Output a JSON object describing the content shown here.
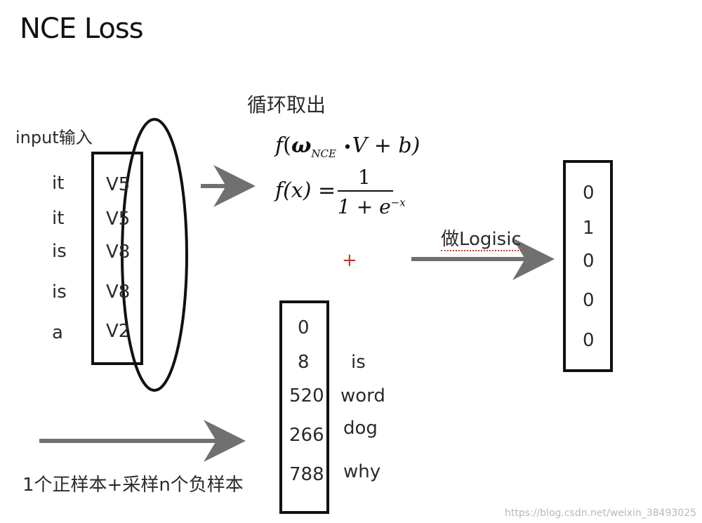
{
  "title": "NCE Loss",
  "input_label": "input输入",
  "input_words": [
    "it",
    "it",
    "is",
    "is",
    "a"
  ],
  "input_vectors": [
    "V5",
    "V5",
    "V8",
    "V8",
    "V2"
  ],
  "loop_label": "循环取出",
  "formula_1": {
    "f": "f",
    "open": "(",
    "omega": "ω",
    "sub": "NCE",
    "dot": "•",
    "rest": "V + b)"
  },
  "formula_2": {
    "lhs": "f(x) =",
    "numerator": "1",
    "denominator_base": "1 + e",
    "denominator_exp": "−x"
  },
  "plus_sign": "+",
  "logistic_label": "做Logisic",
  "output_values": [
    "0",
    "1",
    "0",
    "0",
    "0"
  ],
  "sample_numbers": [
    "0",
    "8",
    "520",
    "266",
    "788"
  ],
  "sample_words": [
    "is",
    "word",
    "dog",
    "why"
  ],
  "sampling_label": "1个正样本+采样n个负样本",
  "watermark": "https://blog.csdn.net/weixin_38493025"
}
